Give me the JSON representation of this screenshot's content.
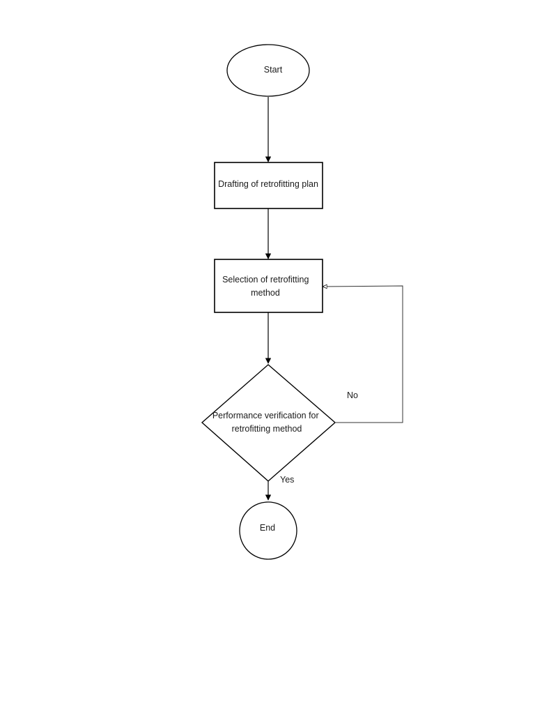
{
  "flowchart": {
    "start": {
      "label": "Start"
    },
    "drafting": {
      "label": "Drafting of retrofitting plan"
    },
    "selection": {
      "lines": [
        "Selection of retrofitting",
        "method"
      ]
    },
    "verification": {
      "lines": [
        "Performance verification for",
        "retrofitting method"
      ]
    },
    "end": {
      "label": "End"
    },
    "edges": {
      "no": "No",
      "yes": "Yes"
    }
  },
  "colors": {
    "stroke": "#000000",
    "background": "#ffffff",
    "text": "#1a1a1a"
  }
}
